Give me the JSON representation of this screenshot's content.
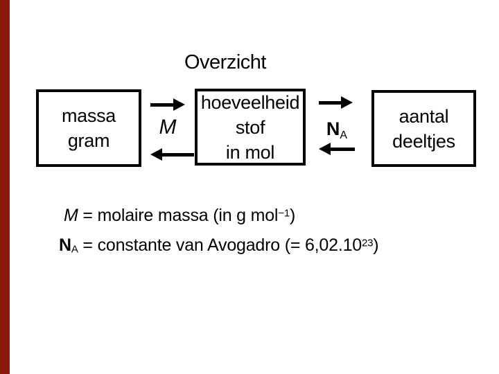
{
  "slide": {
    "title": "Overzicht",
    "accent_color": "#8b1a0e",
    "background_color": "#ffffff",
    "text_color": "#000000"
  },
  "diagram": {
    "boxes": [
      {
        "id": "massa-gram",
        "lines": [
          "massa",
          "gram"
        ]
      },
      {
        "id": "hoeveelheid-stof",
        "lines": [
          "hoeveelheid",
          "stof",
          "in mol"
        ]
      },
      {
        "id": "aantal-deeltjes",
        "lines": [
          "aantal",
          "deeltjes"
        ]
      }
    ],
    "labels": {
      "m": "M",
      "n": "N",
      "n_sub": "A"
    }
  },
  "definitions": [
    {
      "symbol": "M",
      "text": " = molaire massa (in g mol",
      "sup": "−1",
      "close": ")"
    },
    {
      "symbol": "N",
      "sub": "A",
      "text": " = constante van Avogadro (= 6,02.10",
      "sup": "23",
      "close": ")"
    }
  ]
}
